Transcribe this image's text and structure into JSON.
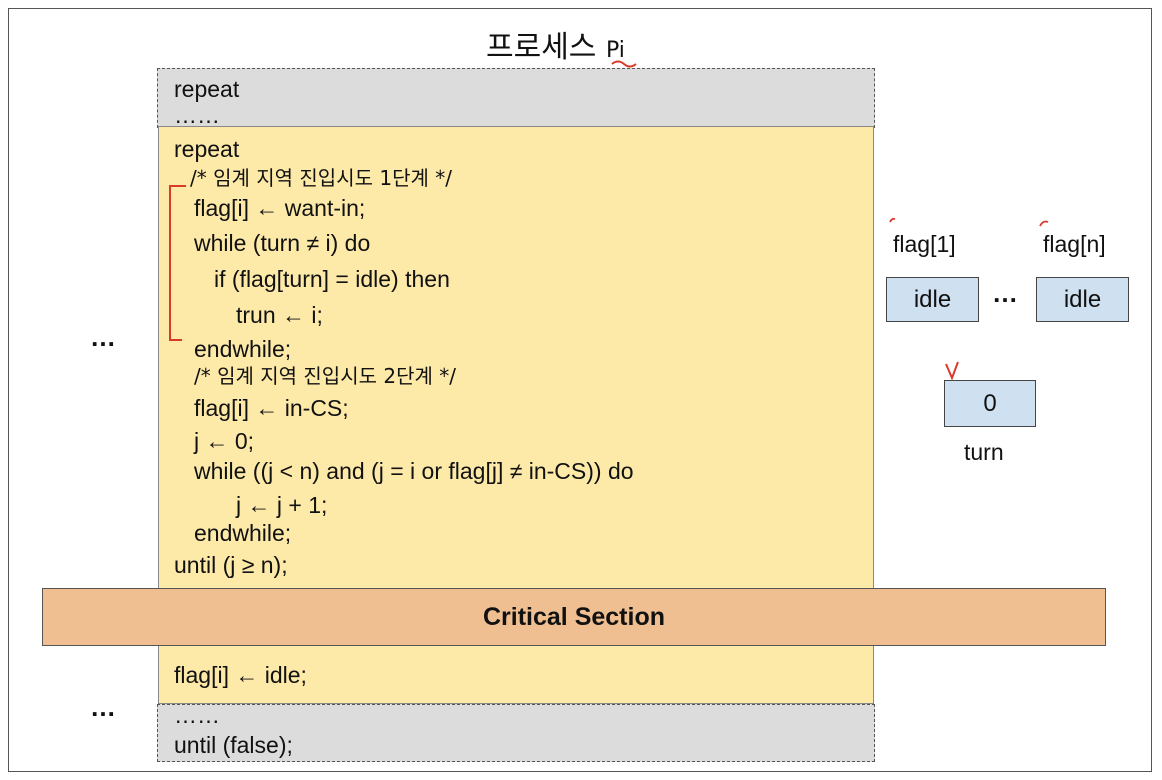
{
  "title": {
    "main": "프로세스",
    "sub": "Pi"
  },
  "top_block": {
    "line1": "repeat",
    "line2": "……"
  },
  "code_lines": [
    "repeat",
    "/* 임계 지역 진입시도 1단계 */",
    "flag[i] ← want-in;",
    "while (turn ≠ i) do",
    "if (flag[turn] = idle) then",
    "trun ← i;",
    "endwhile;",
    "/* 임계 지역 진입시도 2단계 */",
    "flag[i] ← in-CS;",
    "j ← 0;",
    "while ((j < n) and (j = i or flag[j] ≠ in-CS)) do",
    "j ← j + 1;",
    "endwhile;",
    "until (j ≥ n);"
  ],
  "critical_section": "Critical Section",
  "exit_line": "flag[i] ← idle;",
  "bottom_block": {
    "line1": "……",
    "line2": "until (false);"
  },
  "left_dots": "…",
  "flags": {
    "label_first": "flag[1]",
    "label_last": "flag[n]",
    "value_first": "idle",
    "value_last": "idle",
    "between": "…"
  },
  "turn": {
    "value": "0",
    "label": "turn"
  },
  "colors": {
    "code_bg": "#fde9a8",
    "outer_bg": "#dcdcdc",
    "critical_bg": "#f0bf91",
    "var_box": "#cfe0f1",
    "annotation": "#d93a2b"
  }
}
